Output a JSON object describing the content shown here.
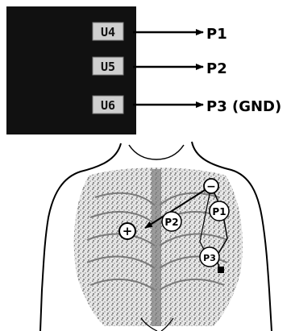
{
  "device": {
    "pins": [
      {
        "label": "U4",
        "target": "P1"
      },
      {
        "label": "U5",
        "target": "P2"
      },
      {
        "label": "U6",
        "target": "P3 (GND)"
      }
    ],
    "colors": {
      "box": "#111111",
      "pin": "#cfcfcf",
      "arrow": "#000000"
    }
  },
  "torso": {
    "electrodes": [
      {
        "label": "P1"
      },
      {
        "label": "P2"
      },
      {
        "label": "P3"
      }
    ],
    "polarity_minus": "−",
    "polarity_plus": "+",
    "icon": "chest-x-ray-figure"
  }
}
